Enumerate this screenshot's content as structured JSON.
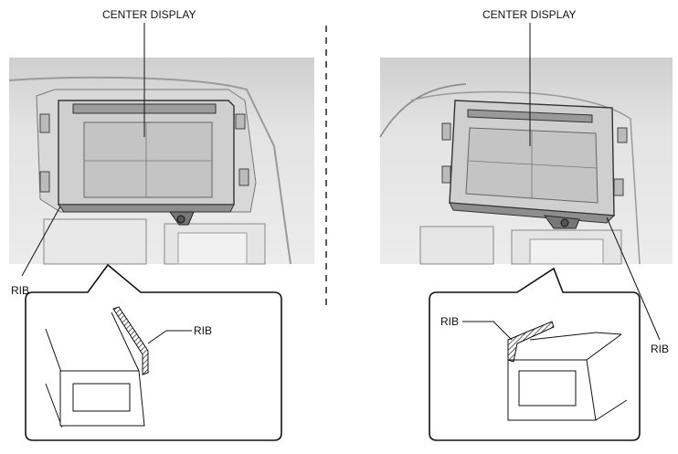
{
  "labels": {
    "left_center_display": "CENTER DISPLAY",
    "right_center_display": "CENTER DISPLAY",
    "left_rib_outer": "RIB",
    "left_rib_callout": "RIB",
    "right_rib_callout": "RIB",
    "right_rib_outer": "RIB"
  },
  "colors": {
    "line": "#1a1a1a",
    "panel_fill": "#d6d6d6",
    "background_dash": "#e6e6e6",
    "display_fill": "#cfcfcf",
    "display_screen": "#c6c6c6"
  }
}
